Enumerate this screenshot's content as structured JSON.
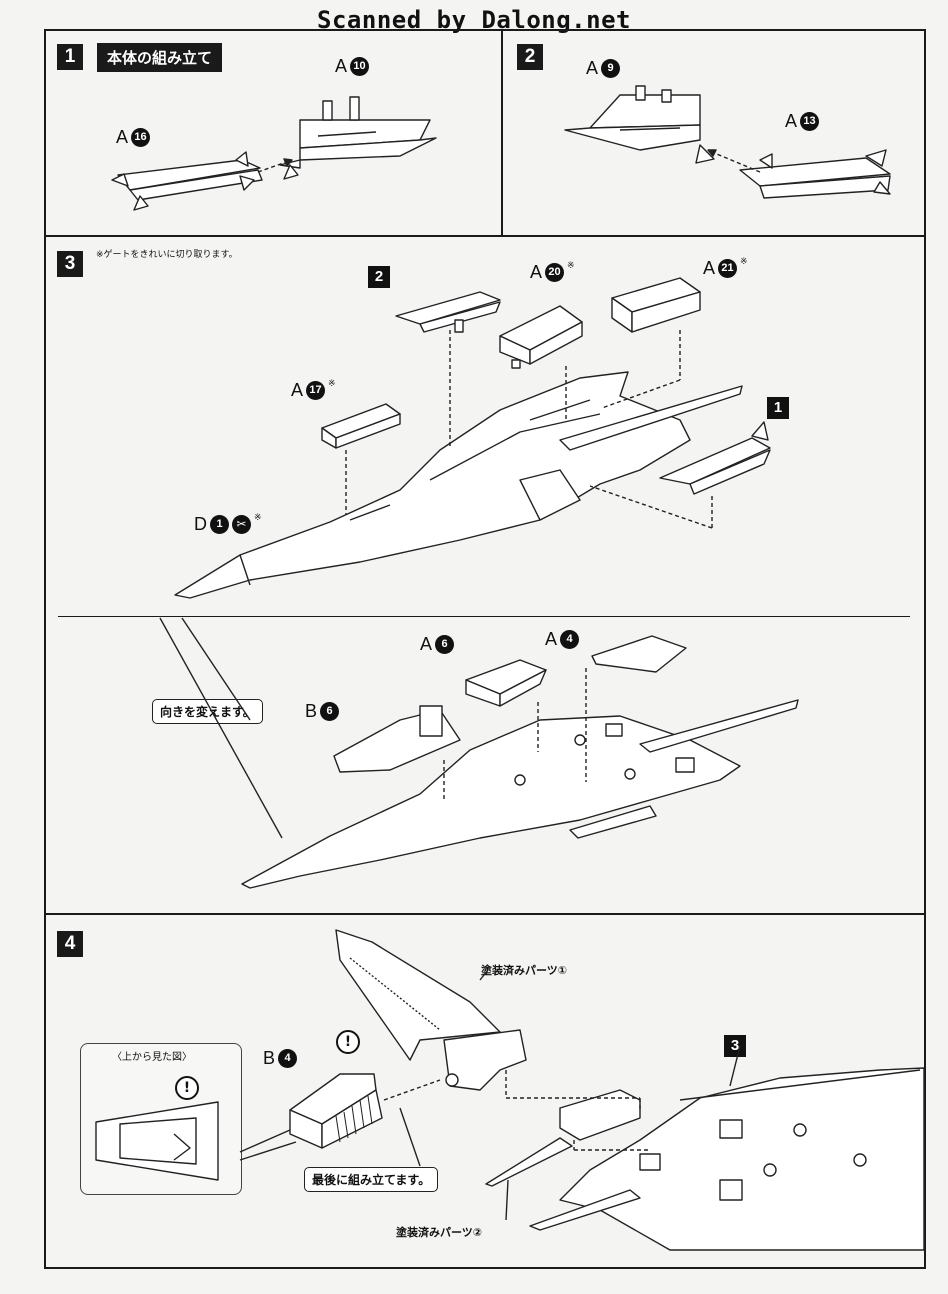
{
  "header": {
    "watermark": "Scanned by Dalong.net"
  },
  "step1": {
    "number": "1",
    "title": "本体の組み立て",
    "parts": [
      {
        "letter": "A",
        "num": "10"
      },
      {
        "letter": "A",
        "num": "16"
      }
    ]
  },
  "step2": {
    "number": "2",
    "parts": [
      {
        "letter": "A",
        "num": "9"
      },
      {
        "letter": "A",
        "num": "13"
      }
    ]
  },
  "step3": {
    "number": "3",
    "note": "※ゲートをきれいに切り取ります。",
    "subassembly_refs": [
      "2",
      "1"
    ],
    "parts": [
      {
        "letter": "A",
        "num": "20",
        "mark": "※"
      },
      {
        "letter": "A",
        "num": "21",
        "mark": "※"
      },
      {
        "letter": "A",
        "num": "17",
        "mark": "※"
      },
      {
        "letter": "D",
        "num": "1",
        "mark": "※"
      },
      {
        "letter": "A",
        "num": "6"
      },
      {
        "letter": "A",
        "num": "4"
      },
      {
        "letter": "B",
        "num": "6"
      }
    ],
    "callout": "向きを変えます。"
  },
  "step4": {
    "number": "4",
    "painted_part_1": "塗装済みパーツ①",
    "painted_part_2": "塗装済みパーツ②",
    "top_view_label": "〈上から見た図〉",
    "part": {
      "letter": "B",
      "num": "4"
    },
    "subassembly_ref": "3",
    "callout": "最後に組み立てます。",
    "caution_symbol": "!"
  }
}
